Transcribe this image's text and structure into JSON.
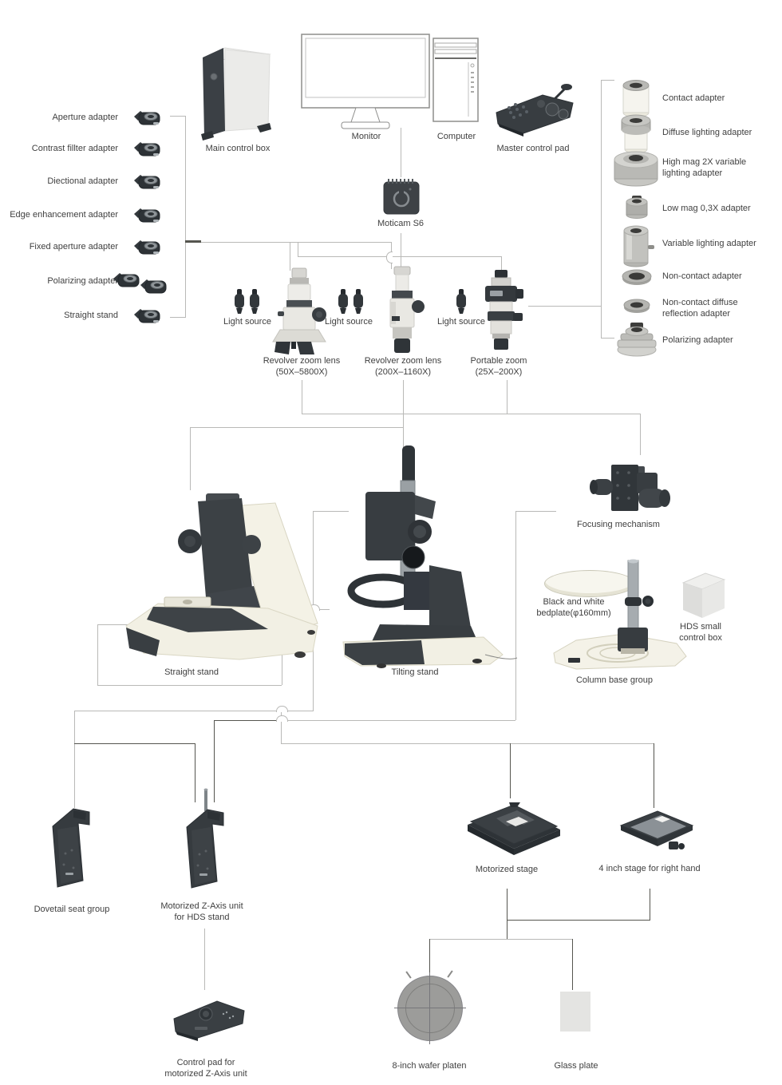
{
  "top_row": {
    "main_control_box": "Main control box",
    "monitor": "Monitor",
    "computer": "Computer",
    "master_control_pad": "Master control pad",
    "camera": "Moticam S6"
  },
  "left_adapters": [
    "Aperture adapter",
    "Contrast fillter adapter",
    "Diectional adapter",
    "Edge enhancement adapter",
    "Fixed aperture adapter",
    "Polarizing adapter",
    "Straight stand"
  ],
  "right_adapters": [
    [
      "Contact adapter"
    ],
    [
      "Diffuse lighting adapter"
    ],
    [
      "High mag 2X variable",
      "lighting adapter"
    ],
    [
      "Low mag 0,3X adapter"
    ],
    [
      "Variable lighting adapter"
    ],
    [
      "Non-contact adapter"
    ],
    [
      "Non-contact diffuse",
      "reflection adapter"
    ],
    [
      "Polarizing adapter"
    ]
  ],
  "lenses": {
    "light_source": "Light source",
    "items": [
      [
        "Revolver zoom lens",
        "(50X–5800X)"
      ],
      [
        "Revolver zoom lens",
        "(200X–1160X)"
      ],
      [
        "Portable zoom",
        "(25X–200X)"
      ]
    ]
  },
  "stands": {
    "straight": "Straight stand",
    "tilting": "Tilting stand",
    "focusing": "Focusing mechanism",
    "bedplate": [
      "Black and white",
      "bedplate(φ160mm)"
    ],
    "hds_box": [
      "HDS small",
      "control box"
    ],
    "column_base": "Column base group"
  },
  "accessories": {
    "dovetail": "Dovetail seat group",
    "z_axis": [
      "Motorized Z-Axis unit",
      "for HDS stand"
    ],
    "motorized_stage": "Motorized stage",
    "four_inch_stage": "4 inch stage for right hand",
    "control_pad": [
      "Control pad for",
      "motorized Z-Axis unit"
    ],
    "wafer_platen": "8-inch wafer platen",
    "glass_plate": "Glass plate"
  },
  "colors": {
    "line": "#b9b9b7",
    "line_dark": "#55554f",
    "text": "#3f3f3f",
    "cream_part": "#f2f0e4",
    "dark_part": "#383d41"
  }
}
